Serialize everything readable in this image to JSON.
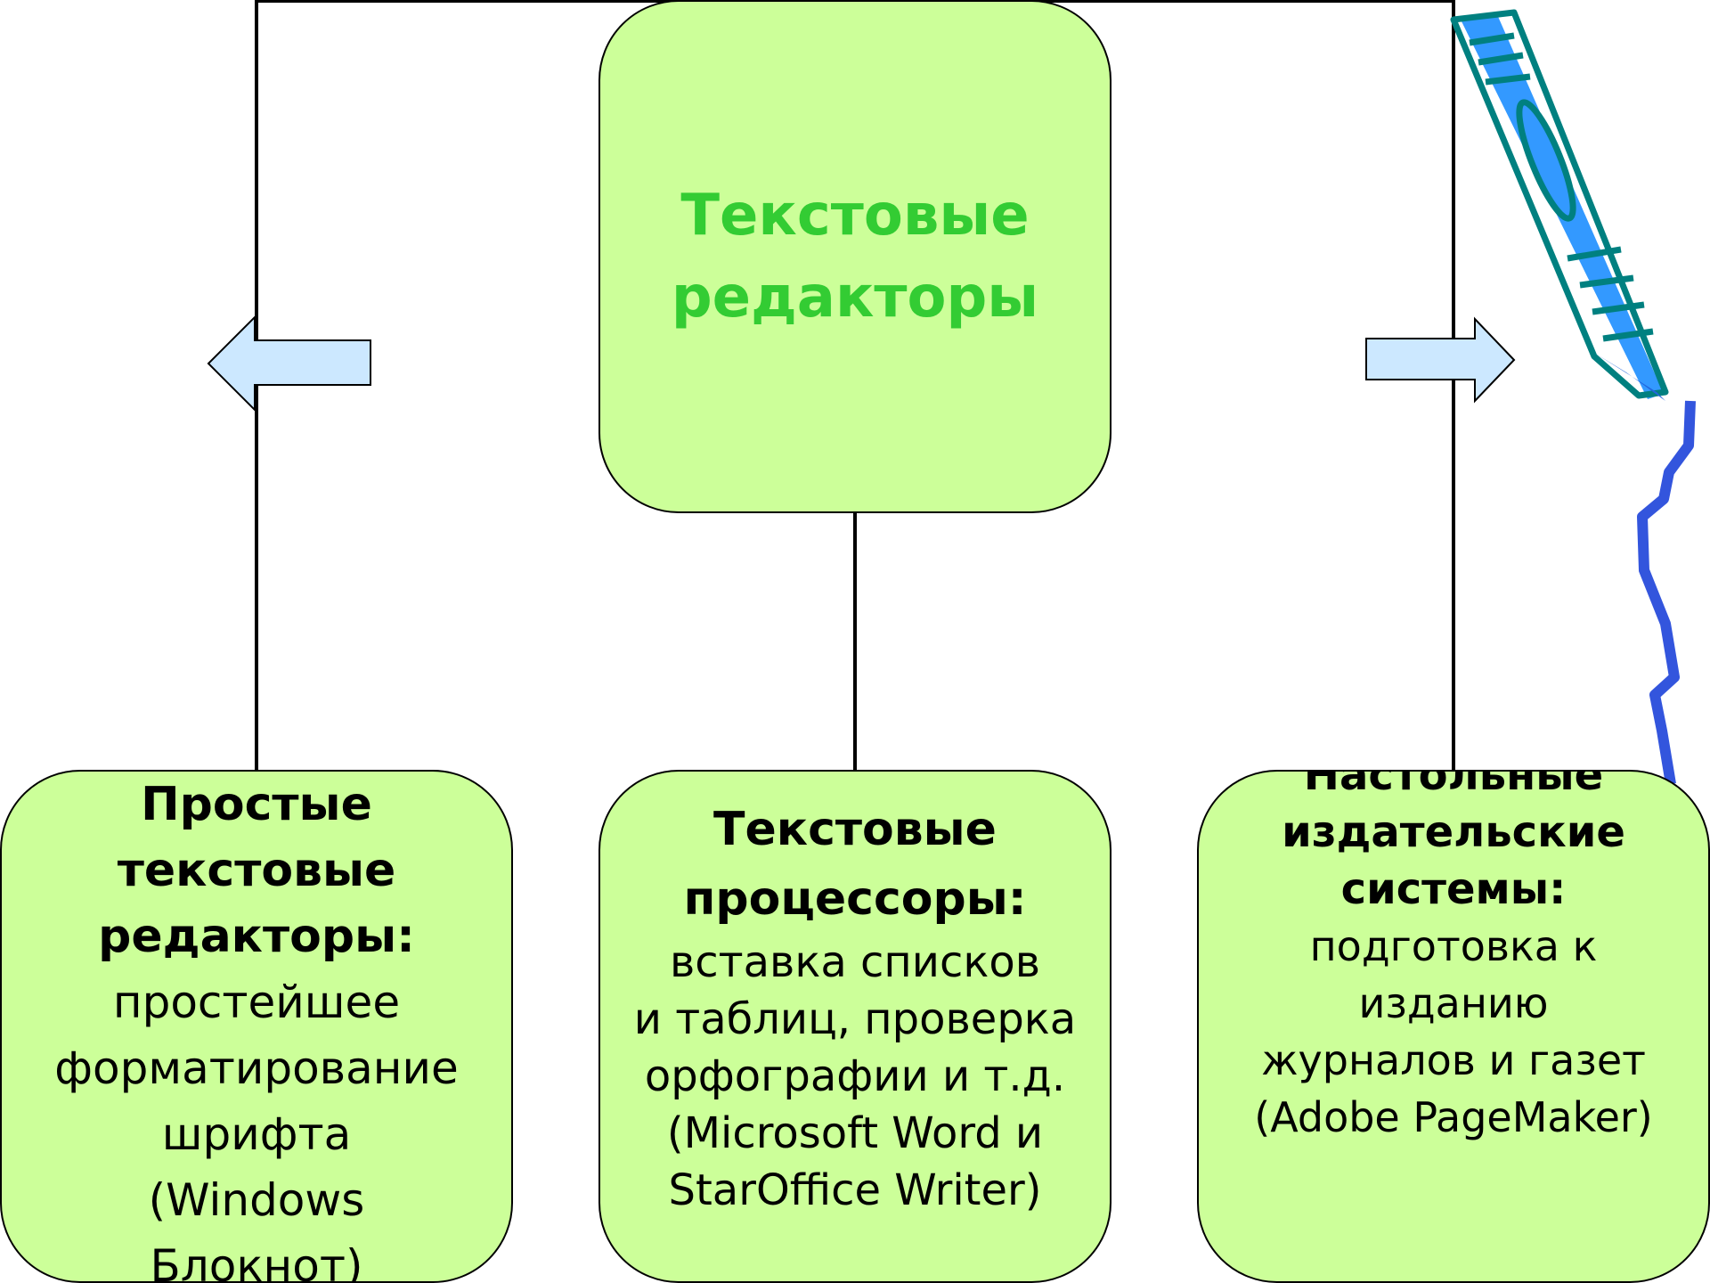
{
  "diagram": {
    "root": {
      "title": "Текстовые\nредакторы"
    },
    "leaves": [
      {
        "heading": "Простые\nтекстовые\nредакторы:",
        "description": "простейшее\nформатирование\nшрифта\n(Windows\nБлокнот)"
      },
      {
        "heading": "Текстовые\nпроцессоры:",
        "description": "вставка списков\nи таблиц, проверка\nорфографии и т.д.\n(Microsoft Word и\nStarOffice Writer)"
      },
      {
        "heading": "Настольные\nиздательские\nсистемы:",
        "description": "подготовка к\nизданию\nжурналов и газет\n(Adobe PageMaker)"
      }
    ]
  },
  "colors": {
    "box_fill": "#ccff99",
    "root_text": "#33cc33",
    "arrow_fill": "#cce8ff",
    "pen_body": "#3399ff",
    "pen_outline": "#008080",
    "scribble": "#3355dd"
  },
  "icons": {
    "left_arrow": "left-arrow-icon",
    "right_arrow": "right-arrow-icon",
    "pen": "pen-icon"
  }
}
